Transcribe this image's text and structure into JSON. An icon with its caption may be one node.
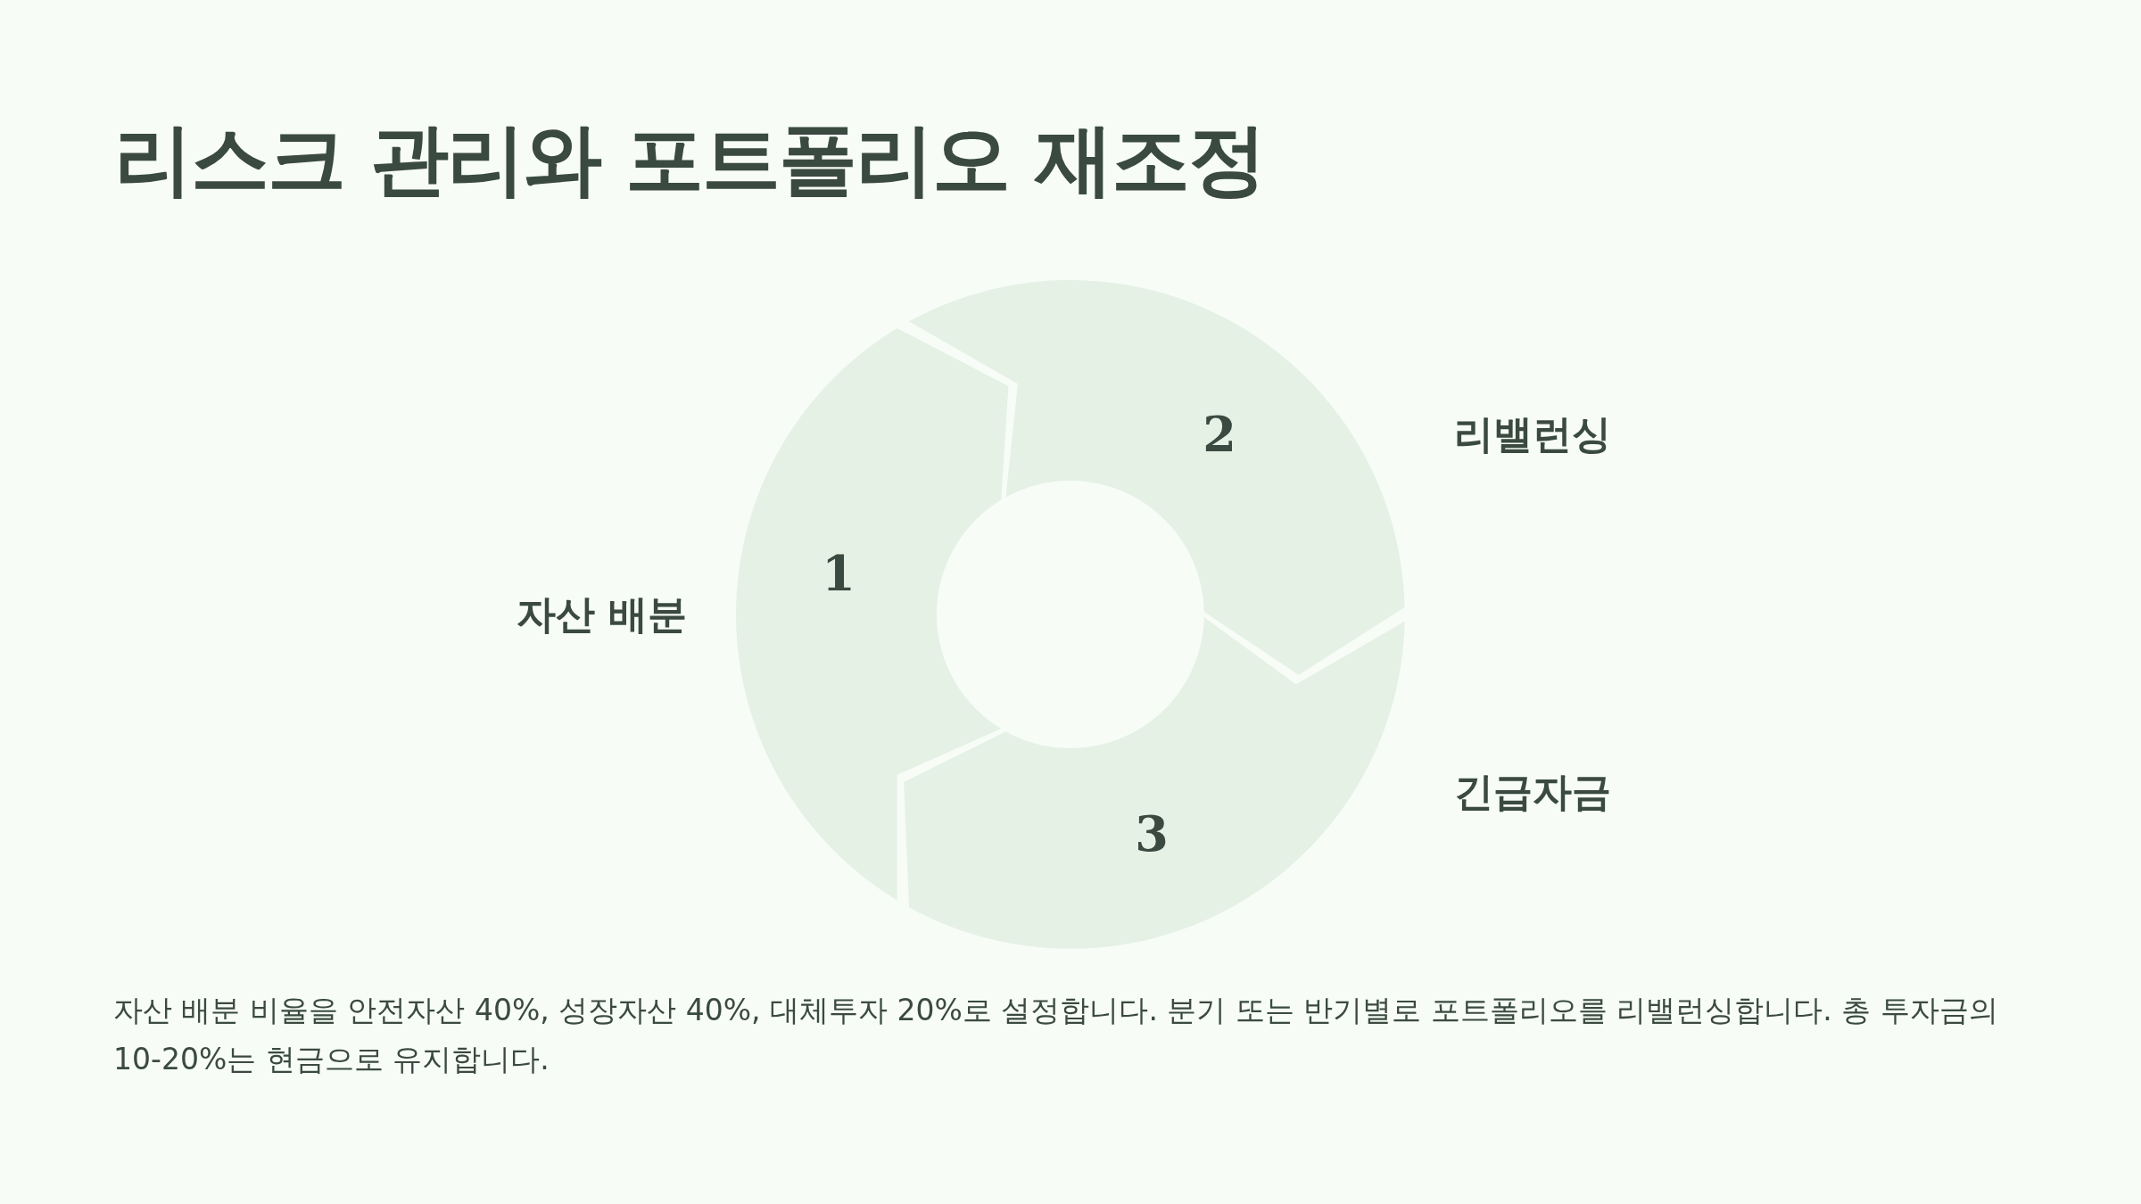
{
  "diagram": {
    "title": "리스크 관리와 포트폴리오 재조정",
    "nodes": [
      {
        "text": [
          "1"
        ],
        "beside": [
          "자산 배분"
        ]
      },
      {
        "text": [
          "2"
        ],
        "beside": [
          "리밸런싱"
        ]
      },
      {
        "text": [
          "3"
        ],
        "beside": [
          "긴급자금"
        ]
      }
    ],
    "caption": "자산 배분 비율을 안전자산 40%, 성장자산 40%, 대체투자 20%로 설정합니다. 분기 또는 반기별로 포트폴리오를 리밸런싱합니다. 총 투자금의 10-20%는 현금으로 유지합니다."
  }
}
